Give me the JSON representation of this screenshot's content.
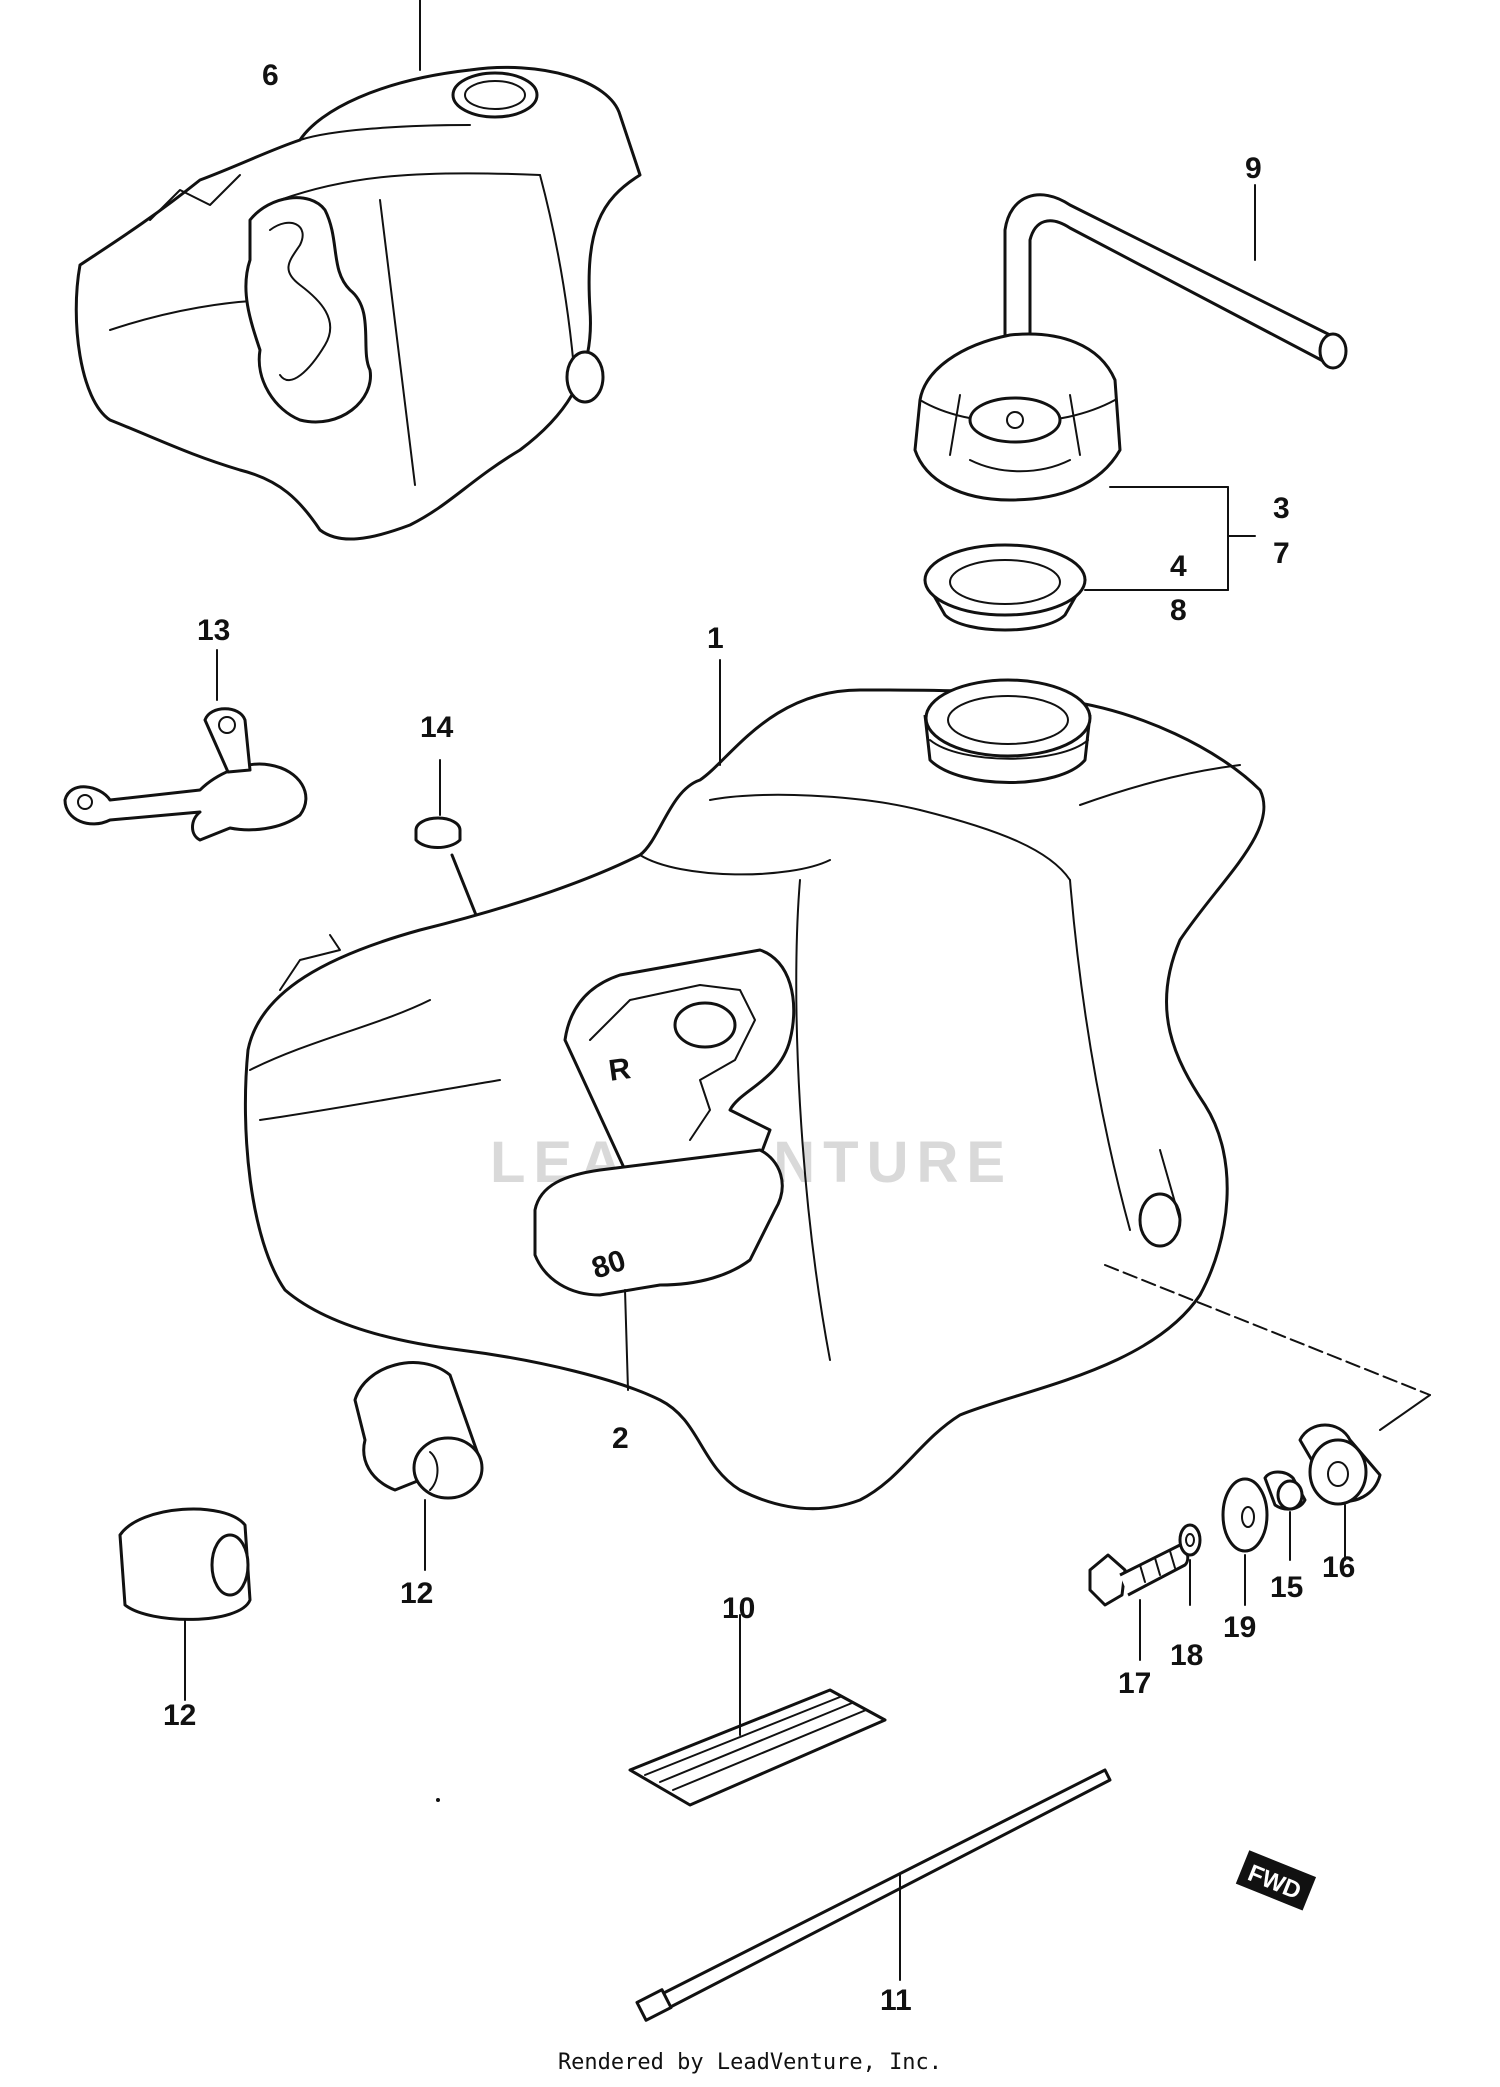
{
  "callouts": [
    {
      "id": "c1",
      "text": "1"
    },
    {
      "id": "c2",
      "text": "2"
    },
    {
      "id": "c3",
      "text": "3"
    },
    {
      "id": "c4",
      "text": "4"
    },
    {
      "id": "c6",
      "text": "6"
    },
    {
      "id": "c7",
      "text": "7"
    },
    {
      "id": "c8",
      "text": "8"
    },
    {
      "id": "c9",
      "text": "9"
    },
    {
      "id": "c10",
      "text": "10"
    },
    {
      "id": "c11",
      "text": "11"
    },
    {
      "id": "c12a",
      "text": "12"
    },
    {
      "id": "c12b",
      "text": "12"
    },
    {
      "id": "c13",
      "text": "13"
    },
    {
      "id": "c14",
      "text": "14"
    },
    {
      "id": "c15",
      "text": "15"
    },
    {
      "id": "c16",
      "text": "16"
    },
    {
      "id": "c17",
      "text": "17"
    },
    {
      "id": "c18",
      "text": "18"
    },
    {
      "id": "c19",
      "text": "19"
    }
  ],
  "decal": {
    "main_letters": "R",
    "model_number": "80"
  },
  "watermark": "LEADVENTURE",
  "fwd_badge": "FWD",
  "footer": "Rendered by LeadVenture, Inc."
}
